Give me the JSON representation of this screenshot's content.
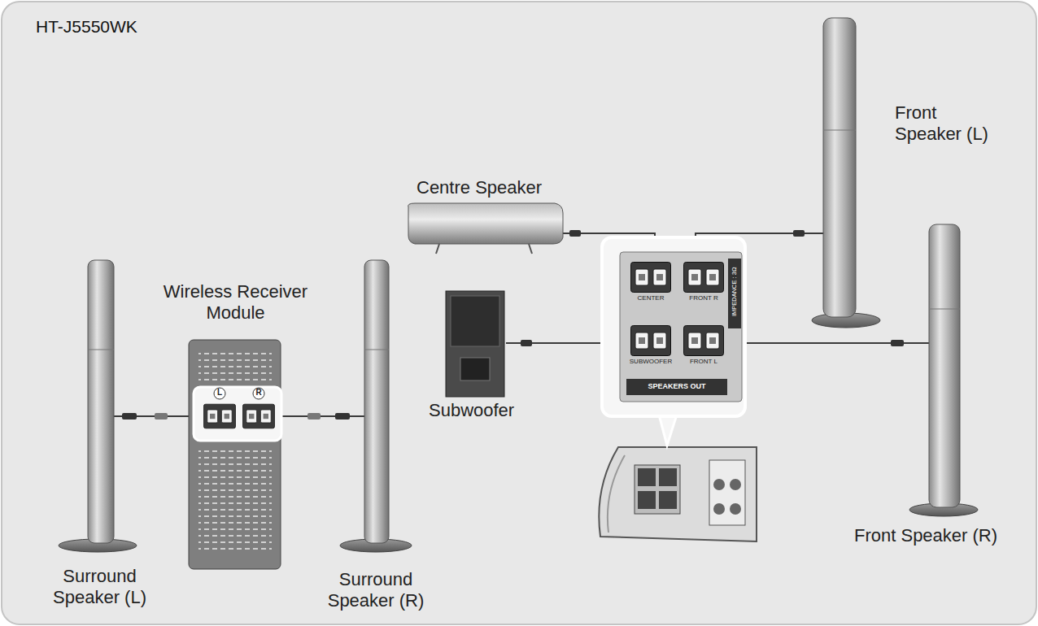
{
  "diagram": {
    "title": "HT-J5550WK",
    "labels": [
      "Front Speaker (L)",
      "Centre Speaker",
      "Wireless Receiver Module",
      "Subwoofer",
      "Front Speaker (R)",
      "Surround Speaker (L)",
      "Surround Speaker (R)",
      "L",
      "R",
      "CENTER",
      "FRONT R",
      "SUBWOOFER",
      "FRONT L",
      "IMPEDANCE : 3Ω",
      "SPEAKERS OUT"
    ]
  }
}
